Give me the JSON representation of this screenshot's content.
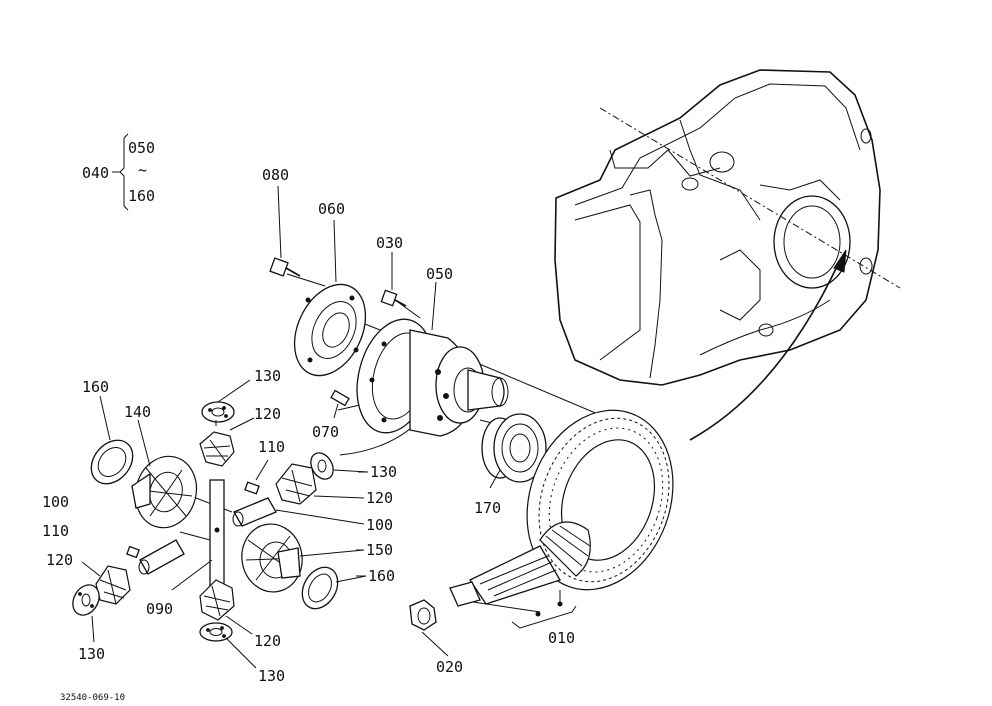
{
  "labels": {
    "p010": "010",
    "p020": "020",
    "p030": "030",
    "p040": "040",
    "p050": "050",
    "p050_range": "050",
    "p060": "060",
    "p070": "070",
    "p080": "080",
    "p090": "090",
    "p100_left": "100",
    "p100_right": "100",
    "p110_left": "110",
    "p110_right": "110",
    "p120_top": "120",
    "p120_right": "120",
    "p120_left": "120",
    "p120_bottom": "120",
    "p130_top": "130",
    "p130_right": "130",
    "p130_left": "130",
    "p130_bottom": "130",
    "p140": "140",
    "p150": "150",
    "p160_range": "160",
    "p160_left": "160",
    "p160_right": "160",
    "p170": "170"
  },
  "range_tilde": "~",
  "doc_number": "32540-069-10"
}
